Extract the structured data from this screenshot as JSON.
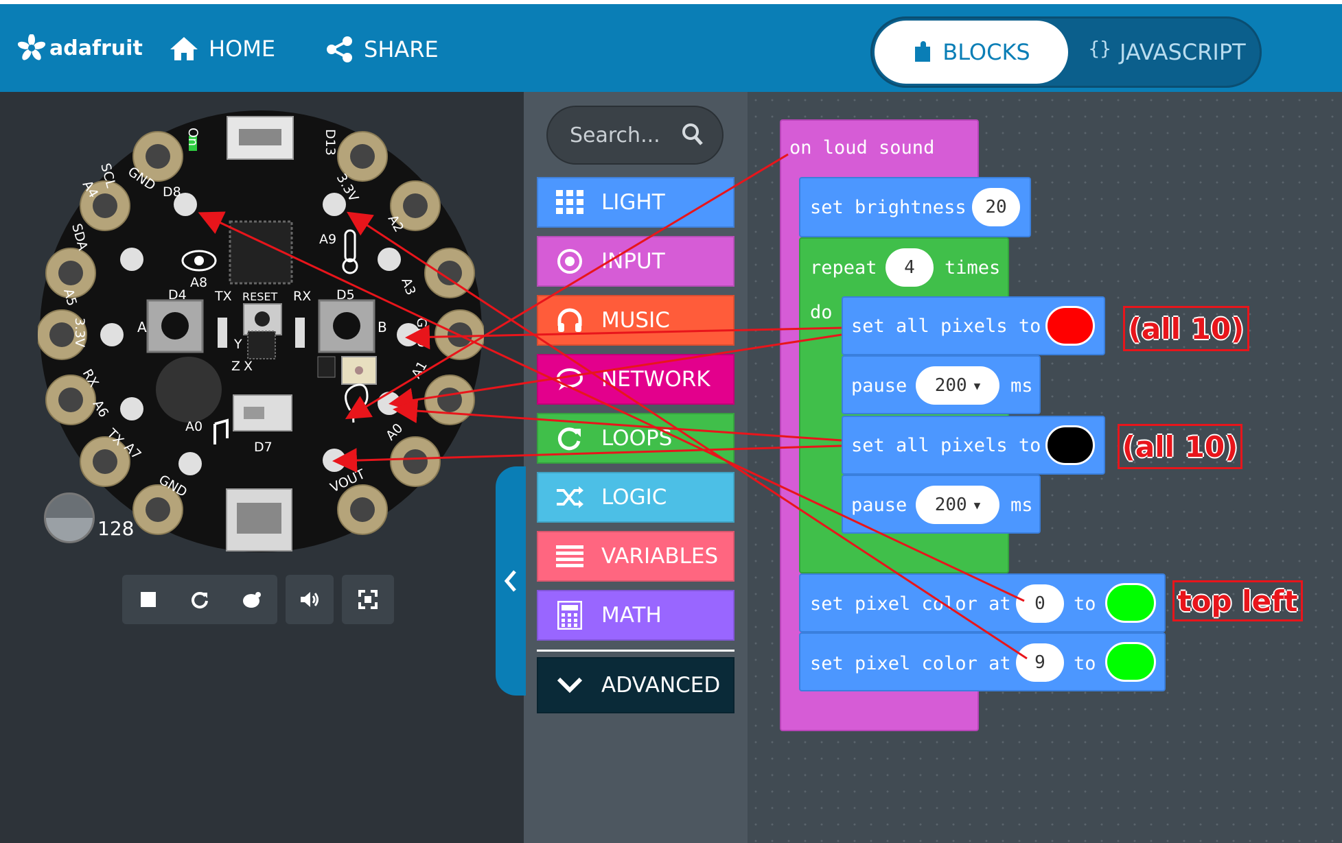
{
  "header": {
    "logo_text": "adafruit",
    "nav": [
      {
        "label": "HOME",
        "icon": "home-icon"
      },
      {
        "label": "SHARE",
        "icon": "share-icon"
      }
    ],
    "mode_toggle": {
      "blocks_label": "BLOCKS",
      "javascript_label": "JAVASCRIPT",
      "active": "BLOCKS"
    }
  },
  "simulator": {
    "light_level": "128",
    "board_labels": {
      "on": "On",
      "d13": "D13",
      "gnd": "GND",
      "v33": "3.3V",
      "d8": "D8",
      "a2": "A2",
      "scl": "SCL",
      "a4": "A4",
      "a9": "A9",
      "a8": "A8",
      "sda": "SDA",
      "a5": "A5",
      "a3": "A3",
      "d4": "D4",
      "tx": "TX",
      "reset": "RESET",
      "rx": "RX",
      "d5": "D5",
      "a1": "A1",
      "a6": "A6",
      "a0": "A0",
      "d7": "D7",
      "a7": "A7",
      "vout": "VOUT",
      "btn_a": "A",
      "btn_b": "B",
      "y": "Y",
      "x": "X",
      "z": "Z"
    },
    "controls": [
      "stop-icon",
      "restart-icon",
      "slow-mo-icon",
      "sound-icon",
      "fullscreen-icon"
    ]
  },
  "toolbox": {
    "search_placeholder": "Search...",
    "categories": [
      {
        "label": "LIGHT",
        "color": "#4c97ff",
        "icon": "grid-icon"
      },
      {
        "label": "INPUT",
        "color": "#d65cd6",
        "icon": "target-icon"
      },
      {
        "label": "MUSIC",
        "color": "#ff5c3a",
        "icon": "headphones-icon"
      },
      {
        "label": "NETWORK",
        "color": "#e3008c",
        "icon": "network-icon"
      },
      {
        "label": "LOOPS",
        "color": "#40bf4a",
        "icon": "loop-icon"
      },
      {
        "label": "LOGIC",
        "color": "#4cbfe6",
        "icon": "shuffle-icon"
      },
      {
        "label": "VARIABLES",
        "color": "#ff6680",
        "icon": "lines-icon"
      },
      {
        "label": "MATH",
        "color": "#9966ff",
        "icon": "calculator-icon"
      }
    ],
    "advanced_label": "ADVANCED"
  },
  "workspace": {
    "event_block": "on loud sound",
    "brightness": {
      "label": "set brightness",
      "value": "20"
    },
    "repeat": {
      "label": "repeat",
      "count": "4",
      "suffix": "times",
      "do": "do"
    },
    "set_all_1": {
      "label": "set all pixels to",
      "color": "#ff0000"
    },
    "pause_1": {
      "label": "pause",
      "value": "200",
      "unit": "ms"
    },
    "set_all_2": {
      "label": "set all pixels to",
      "color": "#000000"
    },
    "pause_2": {
      "label": "pause",
      "value": "200",
      "unit": "ms"
    },
    "pixel_1": {
      "label": "set pixel color at",
      "index": "0",
      "to": "to",
      "color": "#00ff00"
    },
    "pixel_2": {
      "label": "set pixel color at",
      "index": "9",
      "to": "to",
      "color": "#00ff00"
    }
  },
  "annotations": {
    "note_1": "(all 10)",
    "note_2": "(all 10)",
    "note_3": "top left"
  },
  "colors": {
    "header": "#0a7eb6",
    "event_block": "#d65cd6",
    "light_block": "#4c97ff",
    "loop_block": "#40bf4a",
    "annotation": "#e8151b"
  }
}
